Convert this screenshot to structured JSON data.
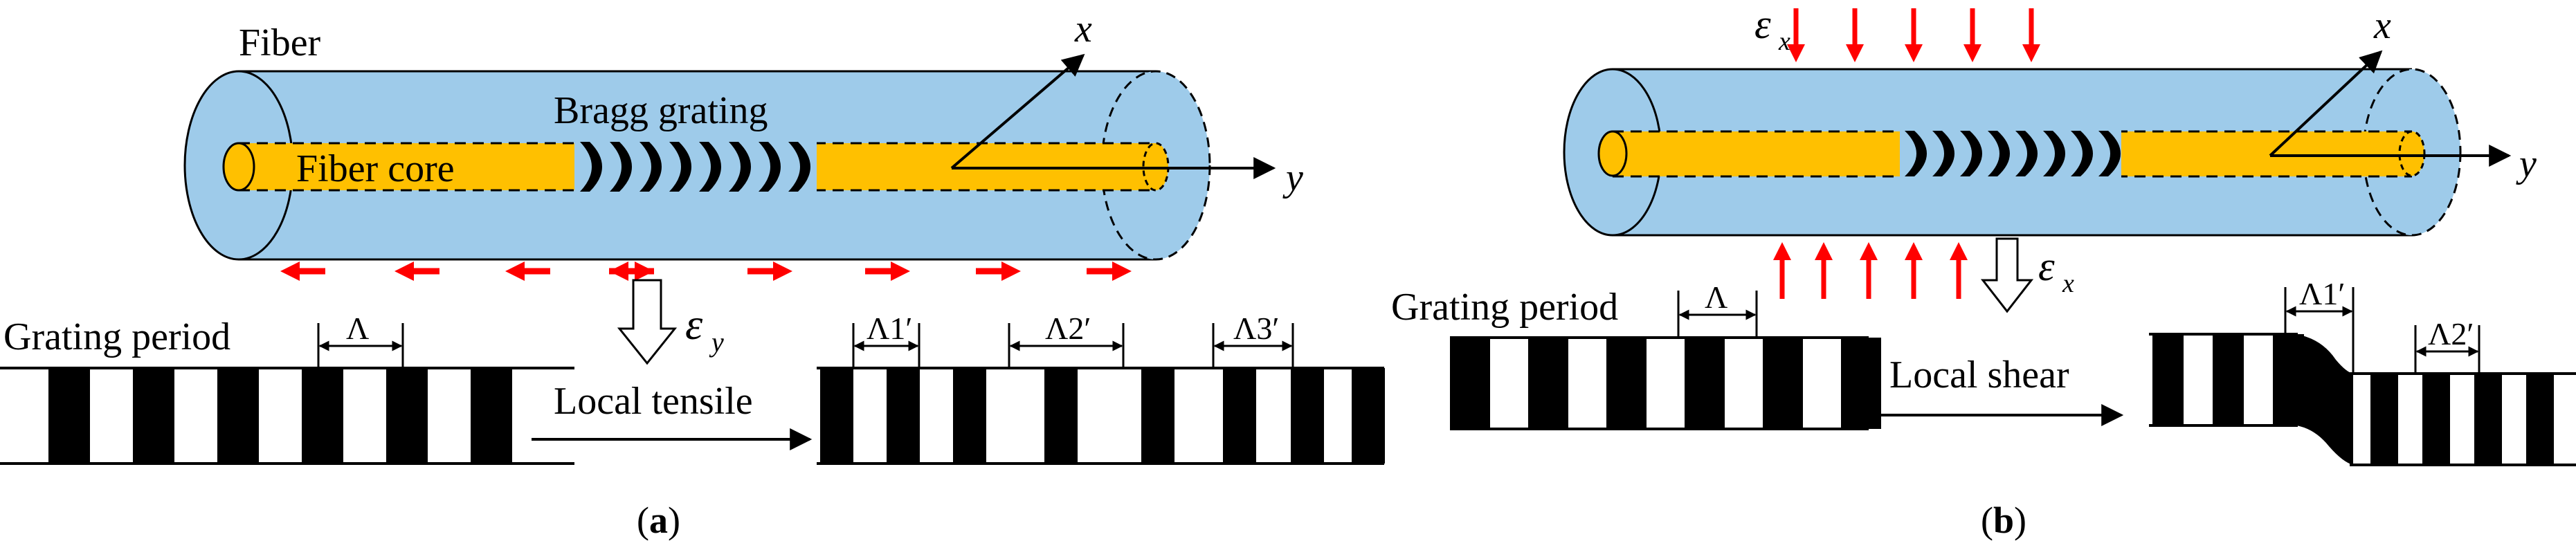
{
  "panel_a": {
    "fiber_label": "Fiber",
    "grating_label": "Bragg grating",
    "core_label": "Fiber core",
    "axis_x": "x",
    "axis_y": "y",
    "strain_symbol": "ε",
    "strain_sub": "y",
    "grating_period_label": "Grating period",
    "lambda": "Λ",
    "lambda1": "Λ1′",
    "lambda2": "Λ2′",
    "lambda3": "Λ3′",
    "process_label": "Local tensile",
    "caption_open": "(",
    "caption_letter": "a",
    "caption_close": ")"
  },
  "panel_b": {
    "axis_x": "x",
    "axis_y": "y",
    "strain_symbol": "ε",
    "strain_sub": "x",
    "grating_period_label": "Grating period",
    "lambda": "Λ",
    "lambda1": "Λ1′",
    "lambda2": "Λ2′",
    "process_label": "Local shear",
    "caption_open": "(",
    "caption_letter": "b",
    "caption_close": ")"
  },
  "colors": {
    "cladding": "#9ecbea",
    "core": "#ffc000",
    "arrow": "#ff0000",
    "ink": "#000000"
  }
}
